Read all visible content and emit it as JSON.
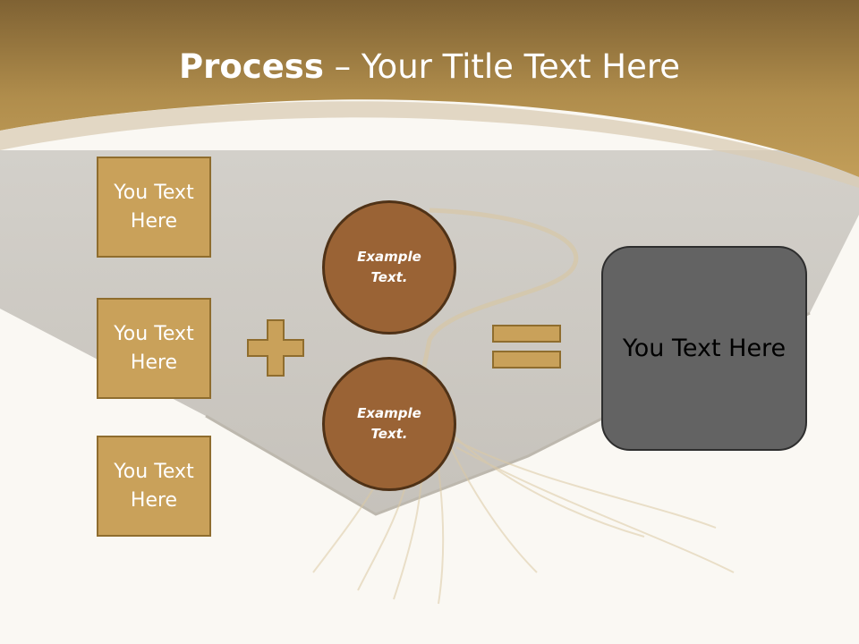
{
  "title": {
    "bold": "Process",
    "rest": " – Your Title Text Here"
  },
  "left_boxes": [
    {
      "label": "You Text Here"
    },
    {
      "label": "You Text Here"
    },
    {
      "label": "You Text Here"
    }
  ],
  "circles": [
    {
      "label": "Example Text."
    },
    {
      "label": "Example Text."
    }
  ],
  "result_box": {
    "label": "You Text Here"
  },
  "operators": {
    "plus": "plus-icon",
    "equals": "equals-icon"
  },
  "colors": {
    "header": "#b48f48",
    "box_fill": "#c9a15a",
    "box_border": "#8f6d2e",
    "circle_fill": "#9a6335",
    "result_fill": "#636363",
    "background": "#faf8f3"
  }
}
